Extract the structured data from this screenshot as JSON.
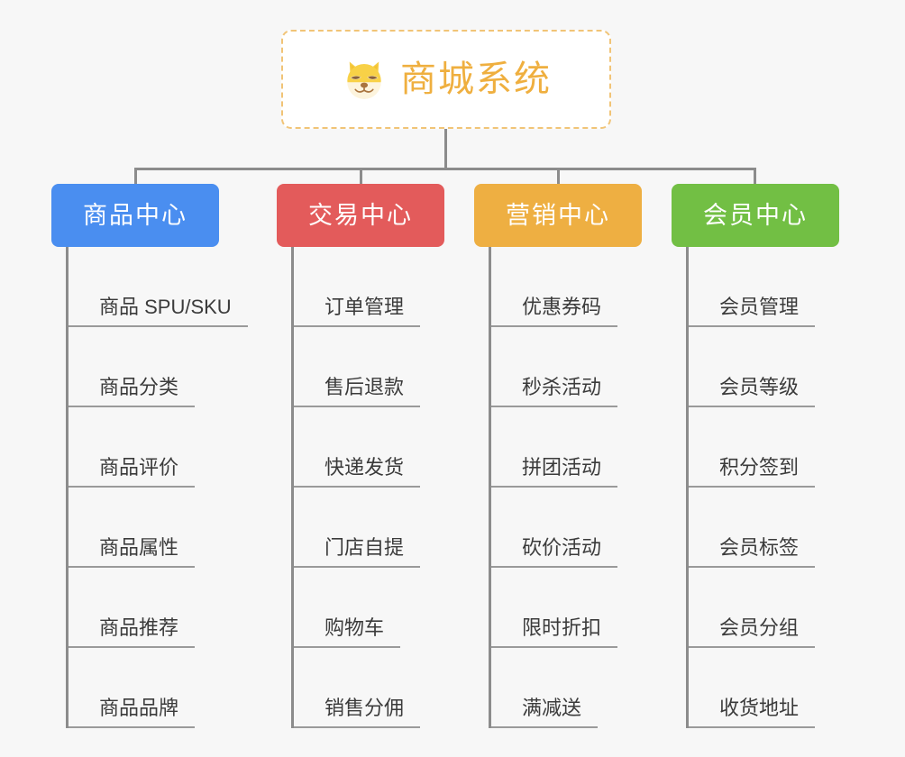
{
  "root": {
    "title": "商城系统",
    "icon": "shiba-dog-face-icon",
    "border_color": "#f1c477",
    "text_color": "#efaf3f",
    "background": "#ffffff"
  },
  "canvas": {
    "background": "#f7f7f7",
    "connector_color": "#8c8c8c"
  },
  "columns": [
    {
      "label": "商品中心",
      "color": "#4a8ef0",
      "items": [
        {
          "label": "商品 SPU/SKU"
        },
        {
          "label": "商品分类"
        },
        {
          "label": "商品评价"
        },
        {
          "label": "商品属性"
        },
        {
          "label": "商品推荐"
        },
        {
          "label": "商品品牌"
        }
      ]
    },
    {
      "label": "交易中心",
      "color": "#e35b5b",
      "items": [
        {
          "label": "订单管理"
        },
        {
          "label": "售后退款"
        },
        {
          "label": "快递发货"
        },
        {
          "label": "门店自提"
        },
        {
          "label": "购物车"
        },
        {
          "label": "销售分佣"
        }
      ]
    },
    {
      "label": "营销中心",
      "color": "#eeaf42",
      "items": [
        {
          "label": "优惠券码"
        },
        {
          "label": "秒杀活动"
        },
        {
          "label": "拼团活动"
        },
        {
          "label": "砍价活动"
        },
        {
          "label": "限时折扣"
        },
        {
          "label": "满减送"
        }
      ]
    },
    {
      "label": "会员中心",
      "color": "#72bf44",
      "items": [
        {
          "label": "会员管理"
        },
        {
          "label": "会员等级"
        },
        {
          "label": "积分签到"
        },
        {
          "label": "会员标签"
        },
        {
          "label": "会员分组"
        },
        {
          "label": "收货地址"
        }
      ]
    }
  ]
}
